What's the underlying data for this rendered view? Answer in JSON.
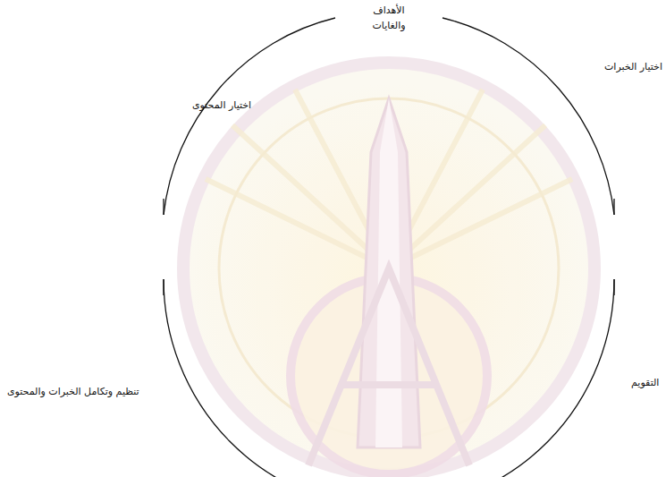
{
  "diagram": {
    "labels": [
      "الأهداف والغايات",
      "اختيار الخبرات",
      "اختيار المحتوى",
      "التقويم",
      "تنظيم وتكامل الخبرات والمحتوى"
    ]
  }
}
